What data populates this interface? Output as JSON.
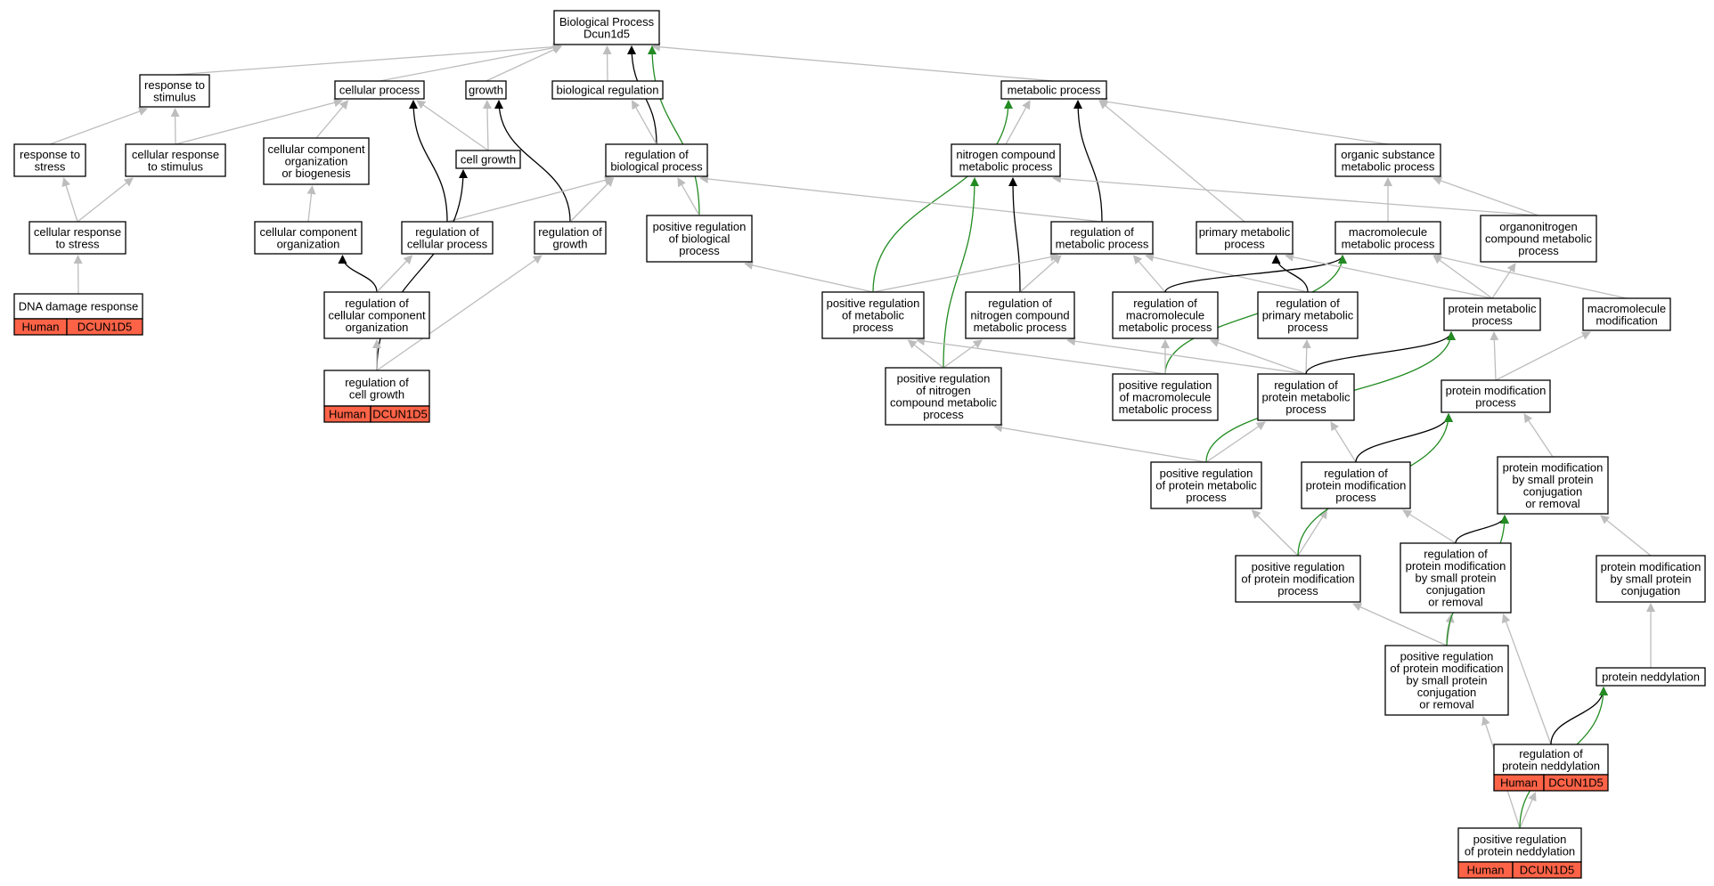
{
  "diagram": {
    "colors": {
      "is_a": "#bdbdbd",
      "regulates": "#000000",
      "positively_regulates": "#228b22",
      "annotation": "#ff6347"
    },
    "nodes": [
      {
        "id": "bp",
        "lines": [
          "Biological Process",
          "Dcun1d5"
        ]
      },
      {
        "id": "rts",
        "lines": [
          "response to",
          "stimulus"
        ]
      },
      {
        "id": "cp",
        "lines": [
          "cellular process"
        ]
      },
      {
        "id": "gro",
        "lines": [
          "growth"
        ]
      },
      {
        "id": "breg",
        "lines": [
          "biological regulation"
        ]
      },
      {
        "id": "mp",
        "lines": [
          "metabolic process"
        ]
      },
      {
        "id": "rtstr",
        "lines": [
          "response to",
          "stress"
        ]
      },
      {
        "id": "crts",
        "lines": [
          "cellular response",
          "to stimulus"
        ]
      },
      {
        "id": "ccob",
        "lines": [
          "cellular component",
          "organization",
          "or biogenesis"
        ]
      },
      {
        "id": "cg",
        "lines": [
          "cell growth"
        ]
      },
      {
        "id": "rbp",
        "lines": [
          "regulation of",
          "biological process"
        ]
      },
      {
        "id": "ncmp",
        "lines": [
          "nitrogen compound",
          "metabolic process"
        ]
      },
      {
        "id": "osmp",
        "lines": [
          "organic substance",
          "metabolic process"
        ]
      },
      {
        "id": "crtstr",
        "lines": [
          "cellular response",
          "to stress"
        ]
      },
      {
        "id": "cco",
        "lines": [
          "cellular component",
          "organization"
        ]
      },
      {
        "id": "rcp",
        "lines": [
          "regulation of",
          "cellular process"
        ]
      },
      {
        "id": "rgro",
        "lines": [
          "regulation of",
          "growth"
        ]
      },
      {
        "id": "prbp",
        "lines": [
          "positive regulation",
          "of biological",
          "process"
        ]
      },
      {
        "id": "rmp",
        "lines": [
          "regulation of",
          "metabolic process"
        ]
      },
      {
        "id": "pmp",
        "lines": [
          "primary metabolic",
          "process"
        ]
      },
      {
        "id": "mmp",
        "lines": [
          "macromolecule",
          "metabolic process"
        ]
      },
      {
        "id": "ocmp",
        "lines": [
          "organonitrogen",
          "compound metabolic",
          "process"
        ]
      },
      {
        "id": "ddr",
        "lines": [
          "DNA damage response"
        ],
        "species": "Human",
        "gene": "DCUN1D5"
      },
      {
        "id": "rcco",
        "lines": [
          "regulation of",
          "cellular component",
          "organization"
        ]
      },
      {
        "id": "prmp",
        "lines": [
          "positive regulation",
          "of metabolic",
          "process"
        ]
      },
      {
        "id": "rncmp",
        "lines": [
          "regulation of",
          "nitrogen compound",
          "metabolic process"
        ]
      },
      {
        "id": "rmmp",
        "lines": [
          "regulation of",
          "macromolecule",
          "metabolic process"
        ]
      },
      {
        "id": "rpmp",
        "lines": [
          "regulation of",
          "primary metabolic",
          "process"
        ]
      },
      {
        "id": "protmp",
        "lines": [
          "protein metabolic",
          "process"
        ]
      },
      {
        "id": "mm",
        "lines": [
          "macromolecule",
          "modification"
        ]
      },
      {
        "id": "rcg",
        "lines": [
          "regulation of",
          "cell growth"
        ],
        "species": "Human",
        "gene": "DCUN1D5"
      },
      {
        "id": "prncmp",
        "lines": [
          "positive regulation",
          "of nitrogen",
          "compound metabolic",
          "process"
        ]
      },
      {
        "id": "prmmp",
        "lines": [
          "positive regulation",
          "of macromolecule",
          "metabolic process"
        ]
      },
      {
        "id": "rprotmp",
        "lines": [
          "regulation of",
          "protein metabolic",
          "process"
        ]
      },
      {
        "id": "pm",
        "lines": [
          "protein modification",
          "process"
        ]
      },
      {
        "id": "pmsp",
        "lines": [
          "protein modification",
          "by small protein",
          "conjugation",
          "or removal"
        ]
      },
      {
        "id": "prprotmp",
        "lines": [
          "positive regulation",
          "of protein metabolic",
          "process"
        ]
      },
      {
        "id": "rpm",
        "lines": [
          "regulation of",
          "protein modification",
          "process"
        ]
      },
      {
        "id": "prpm",
        "lines": [
          "positive regulation",
          "of protein modification",
          "process"
        ]
      },
      {
        "id": "rpmsp",
        "lines": [
          "regulation of",
          "protein modification",
          "by small protein",
          "conjugation",
          "or removal"
        ]
      },
      {
        "id": "pmspc",
        "lines": [
          "protein modification",
          "by small protein",
          "conjugation"
        ]
      },
      {
        "id": "prpmsp",
        "lines": [
          "positive regulation",
          "of protein modification",
          "by small protein",
          "conjugation",
          "or removal"
        ]
      },
      {
        "id": "pn",
        "lines": [
          "protein neddylation"
        ]
      },
      {
        "id": "rpn",
        "lines": [
          "regulation of",
          "protein neddylation"
        ],
        "species": "Human",
        "gene": "DCUN1D5"
      },
      {
        "id": "prpn",
        "lines": [
          "positive regulation",
          "of protein neddylation"
        ],
        "species": "Human",
        "gene": "DCUN1D5"
      }
    ],
    "edges": [
      {
        "from": "rts",
        "to": "bp",
        "type": "is_a"
      },
      {
        "from": "cp",
        "to": "bp",
        "type": "is_a"
      },
      {
        "from": "gro",
        "to": "bp",
        "type": "is_a"
      },
      {
        "from": "breg",
        "to": "bp",
        "type": "is_a"
      },
      {
        "from": "mp",
        "to": "bp",
        "type": "is_a"
      },
      {
        "from": "rbp",
        "to": "bp",
        "type": "regulates"
      },
      {
        "from": "prbp",
        "to": "bp",
        "type": "positively_regulates"
      },
      {
        "from": "rtstr",
        "to": "rts",
        "type": "is_a"
      },
      {
        "from": "crts",
        "to": "rts",
        "type": "is_a"
      },
      {
        "from": "crts",
        "to": "cp",
        "type": "is_a"
      },
      {
        "from": "ccob",
        "to": "cp",
        "type": "is_a"
      },
      {
        "from": "cg",
        "to": "cp",
        "type": "is_a"
      },
      {
        "from": "cg",
        "to": "gro",
        "type": "is_a"
      },
      {
        "from": "rcp",
        "to": "cp",
        "type": "regulates"
      },
      {
        "from": "rbp",
        "to": "breg",
        "type": "is_a"
      },
      {
        "from": "rgro",
        "to": "gro",
        "type": "regulates"
      },
      {
        "from": "ncmp",
        "to": "mp",
        "type": "is_a"
      },
      {
        "from": "osmp",
        "to": "mp",
        "type": "is_a"
      },
      {
        "from": "pmp",
        "to": "mp",
        "type": "is_a"
      },
      {
        "from": "rmp",
        "to": "mp",
        "type": "regulates"
      },
      {
        "from": "prmp",
        "to": "mp",
        "type": "positively_regulates"
      },
      {
        "from": "crtstr",
        "to": "rtstr",
        "type": "is_a"
      },
      {
        "from": "crtstr",
        "to": "crts",
        "type": "is_a"
      },
      {
        "from": "ddr",
        "to": "crtstr",
        "type": "is_a"
      },
      {
        "from": "cco",
        "to": "ccob",
        "type": "is_a"
      },
      {
        "from": "rcco",
        "to": "cco",
        "type": "regulates"
      },
      {
        "from": "rcco",
        "to": "rcp",
        "type": "is_a"
      },
      {
        "from": "rcp",
        "to": "rbp",
        "type": "is_a"
      },
      {
        "from": "rgro",
        "to": "rbp",
        "type": "is_a"
      },
      {
        "from": "prbp",
        "to": "rbp",
        "type": "is_a"
      },
      {
        "from": "rmp",
        "to": "rbp",
        "type": "is_a"
      },
      {
        "from": "ocmp",
        "to": "osmp",
        "type": "is_a"
      },
      {
        "from": "ocmp",
        "to": "ncmp",
        "type": "is_a"
      },
      {
        "from": "mmp",
        "to": "osmp",
        "type": "is_a"
      },
      {
        "from": "rncmp",
        "to": "ncmp",
        "type": "regulates"
      },
      {
        "from": "prncmp",
        "to": "ncmp",
        "type": "positively_regulates"
      },
      {
        "from": "prmp",
        "to": "rmp",
        "type": "is_a"
      },
      {
        "from": "prmp",
        "to": "prbp",
        "type": "is_a"
      },
      {
        "from": "rncmp",
        "to": "rmp",
        "type": "is_a"
      },
      {
        "from": "rmmp",
        "to": "rmp",
        "type": "is_a"
      },
      {
        "from": "rpmp",
        "to": "rmp",
        "type": "is_a"
      },
      {
        "from": "rpmp",
        "to": "pmp",
        "type": "regulates"
      },
      {
        "from": "rmmp",
        "to": "mmp",
        "type": "regulates"
      },
      {
        "from": "prmmp",
        "to": "mmp",
        "type": "positively_regulates"
      },
      {
        "from": "protmp",
        "to": "mmp",
        "type": "is_a"
      },
      {
        "from": "protmp",
        "to": "pmp",
        "type": "is_a"
      },
      {
        "from": "protmp",
        "to": "ocmp",
        "type": "is_a"
      },
      {
        "from": "mm",
        "to": "mmp",
        "type": "is_a"
      },
      {
        "from": "rcg",
        "to": "cg",
        "type": "regulates"
      },
      {
        "from": "rcg",
        "to": "rcco",
        "type": "is_a"
      },
      {
        "from": "rcg",
        "to": "rgro",
        "type": "is_a"
      },
      {
        "from": "prncmp",
        "to": "prmp",
        "type": "is_a"
      },
      {
        "from": "prncmp",
        "to": "rncmp",
        "type": "is_a"
      },
      {
        "from": "prmmp",
        "to": "prmp",
        "type": "is_a"
      },
      {
        "from": "prmmp",
        "to": "rmmp",
        "type": "is_a"
      },
      {
        "from": "rprotmp",
        "to": "rmmp",
        "type": "is_a"
      },
      {
        "from": "rprotmp",
        "to": "rpmp",
        "type": "is_a"
      },
      {
        "from": "rprotmp",
        "to": "rncmp",
        "type": "is_a"
      },
      {
        "from": "rprotmp",
        "to": "protmp",
        "type": "regulates"
      },
      {
        "from": "pm",
        "to": "protmp",
        "type": "is_a"
      },
      {
        "from": "pm",
        "to": "mm",
        "type": "is_a"
      },
      {
        "from": "prprotmp",
        "to": "protmp",
        "type": "positively_regulates"
      },
      {
        "from": "prprotmp",
        "to": "prncmp",
        "type": "is_a"
      },
      {
        "from": "prprotmp",
        "to": "rprotmp",
        "type": "is_a"
      },
      {
        "from": "rpm",
        "to": "rprotmp",
        "type": "is_a"
      },
      {
        "from": "rpm",
        "to": "pm",
        "type": "regulates"
      },
      {
        "from": "pmsp",
        "to": "pm",
        "type": "is_a"
      },
      {
        "from": "prpm",
        "to": "prprotmp",
        "type": "is_a"
      },
      {
        "from": "prpm",
        "to": "rpm",
        "type": "is_a"
      },
      {
        "from": "prpm",
        "to": "pm",
        "type": "positively_regulates"
      },
      {
        "from": "rpmsp",
        "to": "rpm",
        "type": "is_a"
      },
      {
        "from": "rpmsp",
        "to": "pmsp",
        "type": "regulates"
      },
      {
        "from": "pmspc",
        "to": "pmsp",
        "type": "is_a"
      },
      {
        "from": "prpmsp",
        "to": "prpm",
        "type": "is_a"
      },
      {
        "from": "prpmsp",
        "to": "rpmsp",
        "type": "is_a"
      },
      {
        "from": "prpmsp",
        "to": "pmsp",
        "type": "positively_regulates"
      },
      {
        "from": "pn",
        "to": "pmspc",
        "type": "is_a"
      },
      {
        "from": "rpn",
        "to": "rpmsp",
        "type": "is_a"
      },
      {
        "from": "rpn",
        "to": "pn",
        "type": "regulates"
      },
      {
        "from": "prpn",
        "to": "rpn",
        "type": "is_a"
      },
      {
        "from": "prpn",
        "to": "prpmsp",
        "type": "is_a"
      },
      {
        "from": "prpn",
        "to": "pn",
        "type": "positively_regulates"
      }
    ]
  }
}
